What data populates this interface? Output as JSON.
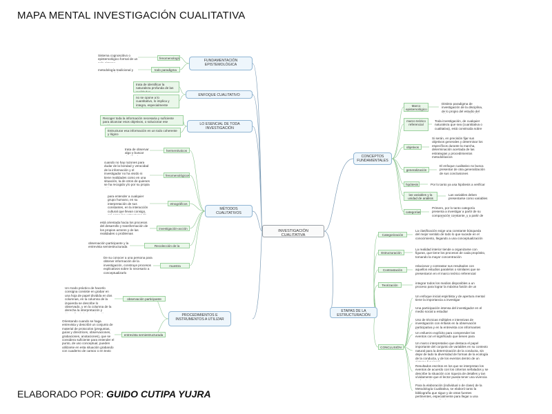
{
  "title": "MAPA MENTAL INVESTIGACIÓN CUALITATIVA",
  "footer": {
    "prefix": "ELABORADO POR:",
    "author": "GUIDO CUTIPA YUJRA"
  },
  "center": "INVESTIGACIÓN CUALITATIVA",
  "left": {
    "fundamentacion": {
      "title": "FUNDAMENTACIÓN EPISTEMOLÓGICA",
      "items": [
        {
          "label": "fenomenología",
          "text": "Sistema cognoscitivo o epistemológico formal de un solo sistema"
        },
        {
          "label": "todo paradigma",
          "text": "metodología tradicional y estructural del"
        }
      ]
    },
    "enfoque": {
      "title": "ENFOQUE CUALITATIVO",
      "items": [
        "trata de identificar la naturaleza profunda de las realidades",
        "no se opone a lo cuantitativo, lo implica y integra, especialmente donde sea importante"
      ]
    },
    "esencial": {
      "title": "LO ESENCIAL DE TODA INVESTIGACIÓN",
      "items": [
        "Recoger toda la información necesaria y suficiente para alcanzar esos objetivos, o solucionar ese problema",
        "Estructurar esa información en un todo coherente y lógico"
      ]
    },
    "metodos": {
      "title": "MÉTODOS CUALITATIVOS",
      "items": [
        {
          "label": "hermenéuticos",
          "text": "trata de observar algo y buscar significado"
        },
        {
          "label": "fenomenológicos",
          "text": "cuando no hay razones para dudar de la bondad y veracidad de la información y el investigador no ha vivido ni tiene realidades como en una situación, la de otros de quienes se ha recogido y/o por su propia vida"
        },
        {
          "label": "etnográficos",
          "text": "para entender a cualquier grupo humano, en su interpretación de sus constantes, en la interacción cultural que llevan consigo, así como las estructuras de significado que conforman sus diversos contextos"
        },
        {
          "label": "investigación-acción",
          "text": "está orientada hacia los procesos del desarrollo y transformación de los propios actores y de las realidades o problemas"
        },
        {
          "label": "Recolección de la información",
          "text": "observación participante y la entrevista semiestructurada"
        },
        {
          "label": "muestra intencional",
          "text": "De su conocer a una persona para obtener información de la investigación, construye procesos explicativos sobre lo necesario a conceptualizarlo"
        }
      ]
    },
    "procedimientos": {
      "title": "PROCEDIMIENTOS E INSTRUMENTOS A UTILIZAR",
      "items": [
        {
          "label": "observación participante",
          "text": "Un modo práctico de hacerlo consigna consiste en grabar en una hoja de papel dividida en dos columnas, en la columna de la izquierda se describe lo observado, y en la columna de la derecha la interpretación y 'biografía' de la investigación."
        },
        {
          "label": "entrevista semiestructurada",
          "text": "Orientando cuando se haga entrevista y describir un conjunto de material de protocolos (preguntas, guías y directrices, observaciones, grabaciones, anotaciones), que se considera suficiente para entender el punto, de uso conceptual, pueden utilizarse en esta situación grabando con cuaderno de campo o en texto"
        }
      ]
    }
  },
  "right": {
    "conceptos": {
      "title": "CONCEPTOS FUNDAMENTALES",
      "items": [
        {
          "label": "Marco epistemológico",
          "text": "Distinto paradigma de investigación de la disciplina, de lo propio del estudio del objeto e interpretación del mismo"
        },
        {
          "label": "marco teórico referencial",
          "text": "Toda investigación, de cualquier naturaleza que sea (cuantitativa o cualitativa), está construida sobre otros autores"
        },
        {
          "label": "objetivos",
          "text": "Si serán, en precisión fijar sus objetivos generales y determinar los específicos durante la marcha, determinación acertada de las estrategias y procedimientos metodológicos"
        },
        {
          "label": "generalización",
          "text": "El enfoque cualitativo no busca presentar de otra generalización de sus conclusiones"
        },
        {
          "label": "hipótesis",
          "text": "Por lo tanto ya usa hipótesis a verificar"
        },
        {
          "label": "las variables y la unidad de análisis",
          "text": "Las variables deben presentarse como variables operacionalmente"
        },
        {
          "label": "categorías",
          "text": "Primero, por lo tanto categoría presenta a investigar a partir de su comparación constante, y a partir de su codificación, fuente de la categorización"
        }
      ]
    },
    "etapas": {
      "title": "ETAPAS DE LA ESTRUCTURACIÓN",
      "items": [
        {
          "label": "Categorización",
          "text": "La clasificación exige una constante búsqueda del mejor sentido de todo lo que sucede en el conocimiento, llegando a una conceptualización"
        },
        {
          "label": "Estructuración",
          "text": "La realidad interior tiende a organizarse con figuras, que tiene los procesos de cada propósito, tomando la mayor concentración"
        },
        {
          "label": "Contrastación",
          "text": "relacionar y contrastar sus resultados con aquellos estudios paralelos o similares que se presentaron en el marco teórico referencial"
        },
        {
          "label": "Teorización",
          "text": "integrar todos los medios disponibles a un proceso para lograr la máxima fusión de un estudio o investigación"
        }
      ],
      "conclusion_label": "CONCLUSIÓN",
      "conclusion": [
        "Un enfoque inicial espiritista y de apertura mental tiene la importancia a investigar",
        "Una participación intensa del investigador en el medio social a estudiar",
        "Uso de técnicas múltiples e intensivas de investigación con énfasis en la observación participativa y en la entrevista con informantes clave",
        "Un esfuerzo explícito para comprender los eventos con el significado que tienen para quienes están en ese medio social",
        "Un marco interpretativo que destaca el papel importante del conjunto de variables en su contexto natural para la determinación de la conducta, sin dejar de lado la diversidad de formas de la ecología de la conducta, y de los eventos dentro de un sistema funcional",
        "Resultados escritos en los que se interpretan los eventos de acuerdo con los criterios señalados y se describe la situación con riqueza de detalles y tan vívidamente que el lector pueda tener una vivencia profunda de lo que es esa realidad",
        "Para la elaboración (individual o de clase) de la Metodología Cualitativa, se elaboró tanto la bibliografía que sigue y de otras fuentes pertinentes, especialmente para llegar a una completa y actualizada"
      ]
    }
  }
}
